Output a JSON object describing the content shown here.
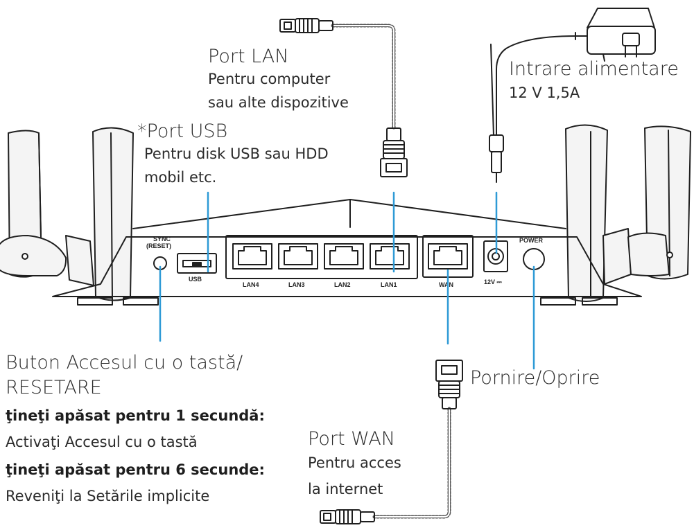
{
  "labels": {
    "lan_title": "Port LAN",
    "lan_desc_1": "Pentru computer",
    "lan_desc_2": "sau alte dispozitive",
    "usb_title": "*Port USB",
    "usb_desc_1": "Pentru disk USB sau HDD",
    "usb_desc_2": "mobil etc.",
    "power_in_title": "Intrare alimentare",
    "power_in_spec": "12 V 1,5A",
    "reset_title_1": "Buton Accesul cu o tastă/",
    "reset_title_2": "RESETARE",
    "reset_hold_1": "ţineţi apăsat pentru 1 secundă:",
    "reset_action_1": "Activaţi Accesul cu o tastă",
    "reset_hold_6": "ţineţi apăsat pentru 6 secunde:",
    "reset_action_6": "Reveniţi la Setările implicite",
    "power_switch": "Pornire/Oprire",
    "wan_title": "Port WAN",
    "wan_desc_1": "Pentru acces",
    "wan_desc_2": "la internet"
  },
  "ports": {
    "sync": "SYNC",
    "reset": "(RESET)",
    "usb": "USB",
    "lan4": "LAN4",
    "lan3": "LAN3",
    "lan2": "LAN2",
    "lan1": "LAN1",
    "wan": "WAN",
    "dc": "12V ⎓",
    "power": "POWER"
  },
  "colors": {
    "leader_line": "#2e9ad6",
    "outline": "#1f1f1f",
    "antenna_fill": "#f4f4f4"
  }
}
